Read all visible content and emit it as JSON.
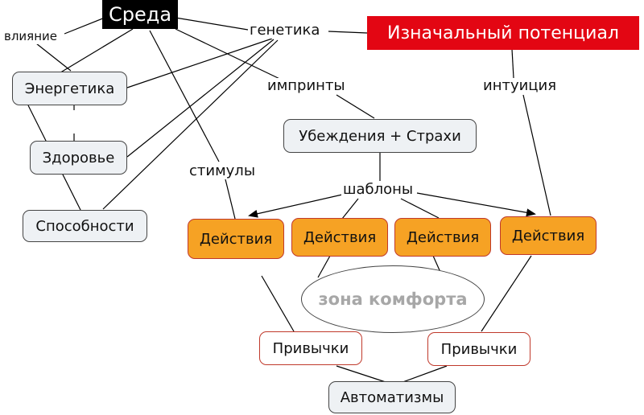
{
  "nodes": {
    "sreda": "Среда",
    "potential": "Изначальный потенциал",
    "energetika": "Энергетика",
    "zdorovie": "Здоровье",
    "sposobnosti": "Способности",
    "beliefs": "Убеждения + Страхи",
    "action_1": "Действия",
    "action_2": "Действия",
    "action_3": "Действия",
    "action_4": "Действия",
    "comfort_zone": "зона комфорта",
    "habits_1": "Привычки",
    "habits_2": "Привычки",
    "automatisms": "Автоматизмы"
  },
  "labels": {
    "vliyanie": "влияние",
    "genetika": "генетика",
    "imprinty": "импринты",
    "intuiciya": "интуиция",
    "stimuly": "стимулы",
    "shablony": "шаблоны"
  },
  "colors": {
    "title_black": "#000000",
    "title_red": "#e30613",
    "action_fill": "#f6a224",
    "action_border": "#c0392b",
    "node_fill": "#eef1f4",
    "comfort_text": "#a7a7a7"
  }
}
